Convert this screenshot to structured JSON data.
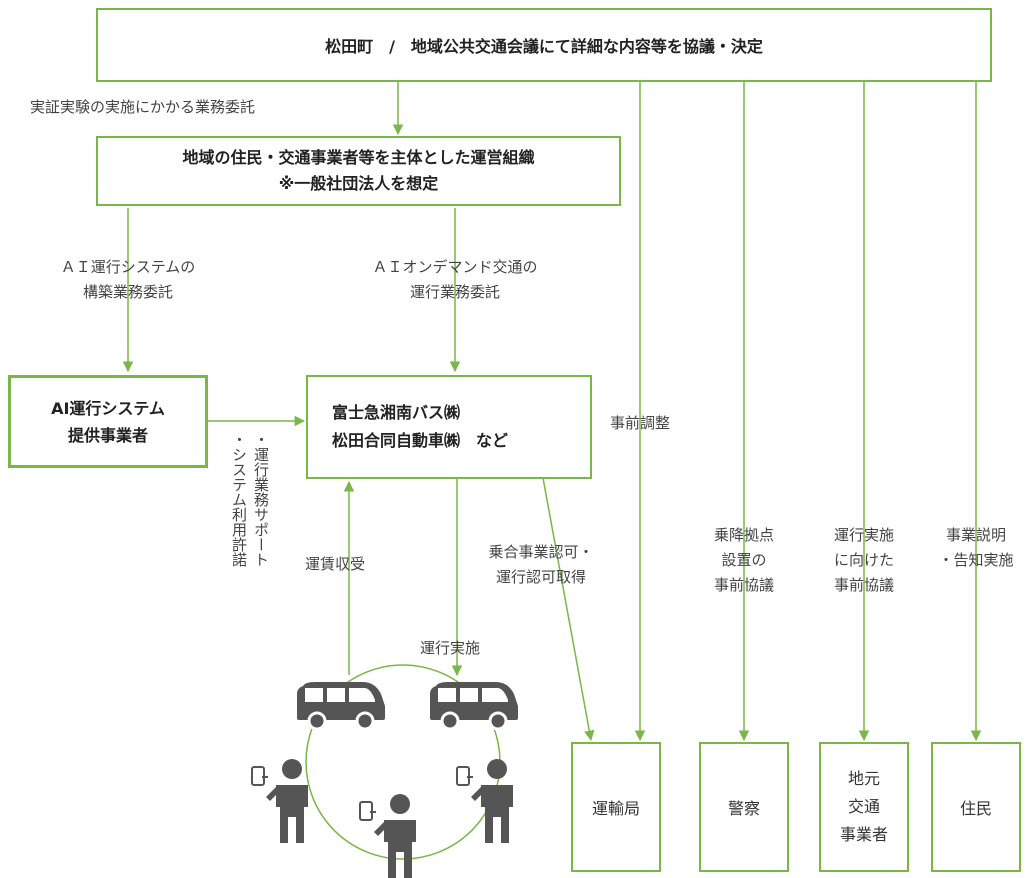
{
  "colors": {
    "line": "#7ab648",
    "icon": "#555555",
    "text": "#333333"
  },
  "top_box": {
    "text": "松田町　/　地域公共交通会議にて詳細な内容等を協議・決定"
  },
  "commission_label": "実証実験の実施にかかる業務委託",
  "org_box": {
    "line1": "地域の住民・交通事業者等を主体とした運営組織",
    "line2": "※一般社団法人を想定"
  },
  "label_ai_system": {
    "line1": "ＡＩ運行システムの",
    "line2": "構築業務委託"
  },
  "label_ai_ondemand": {
    "line1": "ＡＩオンデマンド交通の",
    "line2": "運行業務委託"
  },
  "ai_box": {
    "line1": "AI運行システム",
    "line2": "提供事業者"
  },
  "bus_box": {
    "line1": "富士急湘南バス㈱",
    "line2": "松田合同自動車㈱　など"
  },
  "label_support": {
    "line1": "・運行業務サポート",
    "line2": "・システム利用許諾"
  },
  "label_fare": "運賃収受",
  "label_operation": "運行実施",
  "label_permit": {
    "line1": "乗合事業認可・",
    "line2": "運行認可取得"
  },
  "label_prior": "事前調整",
  "label_stops": {
    "line1": "乗降拠点",
    "line2": "設置の",
    "line3": "事前協議"
  },
  "label_local": {
    "line1": "運行実施",
    "line2": "に向けた",
    "line3": "事前協議"
  },
  "label_explain": {
    "line1": "事業説明",
    "line2": "・告知実施"
  },
  "dest_boxes": [
    {
      "lines": [
        "運輸局"
      ]
    },
    {
      "lines": [
        "警察"
      ]
    },
    {
      "lines": [
        "地元",
        "交通",
        "事業者"
      ]
    },
    {
      "lines": [
        "住民"
      ]
    }
  ],
  "icons": [
    "bus-icon",
    "bus-icon",
    "person-with-phone-icon",
    "person-with-phone-icon",
    "person-with-phone-icon"
  ]
}
